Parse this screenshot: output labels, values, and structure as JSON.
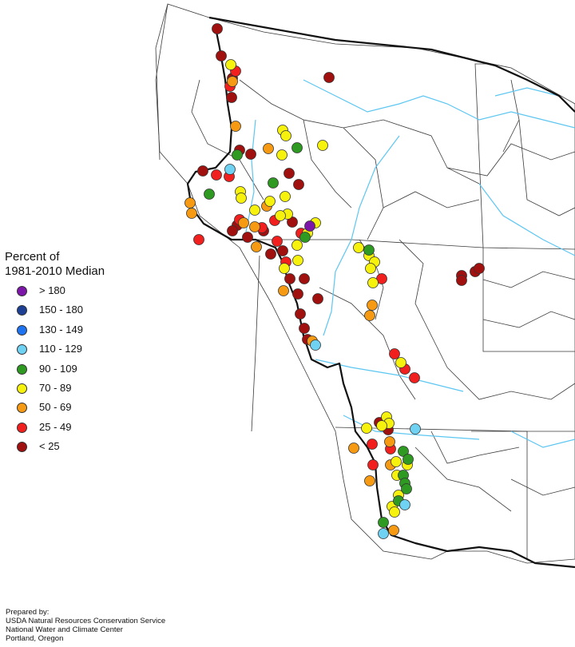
{
  "legend": {
    "title_line1": "Percent of",
    "title_line2": "1981-2010 Median",
    "items": [
      {
        "label": "> 180",
        "color": "#7b16a8"
      },
      {
        "label": "150 - 180",
        "color": "#1d3f94"
      },
      {
        "label": "130 - 149",
        "color": "#1e73f0"
      },
      {
        "label": "110 - 129",
        "color": "#6fd2f2"
      },
      {
        "label": "90 - 109",
        "color": "#2e9a22"
      },
      {
        "label": "70 - 89",
        "color": "#f6f20d"
      },
      {
        "label": "50 - 69",
        "color": "#f59a12"
      },
      {
        "label": "25 - 49",
        "color": "#f21f1f"
      },
      {
        "label": "< 25",
        "color": "#a0100f"
      }
    ]
  },
  "credits": {
    "line1": "Prepared by:",
    "line2": "USDA Natural Resources Conservation Service",
    "line3": "National Water and Climate Center",
    "line4": "Portland, Oregon"
  },
  "colors": {
    "river": "#5cc6f2",
    "basin_line": "#2a2a2a",
    "border_line": "#1a1a1a"
  }
}
